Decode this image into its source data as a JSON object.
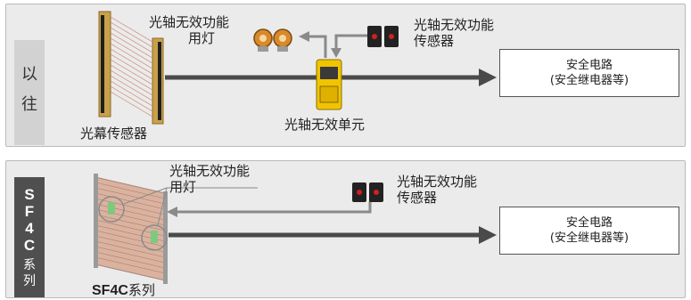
{
  "top": {
    "tab": [
      "以",
      "往"
    ],
    "light_curtain": "光幕传感器",
    "lamp": [
      "光轴无效功能",
      "用灯"
    ],
    "sensor": [
      "光轴无效功能",
      "传感器"
    ],
    "unit": "光轴无效单元",
    "circuit": [
      "安全电路",
      "(安全继电器等)"
    ]
  },
  "bottom": {
    "tab": [
      "S",
      "F",
      "4",
      "C",
      "系",
      "列"
    ],
    "lamp": [
      "光轴无效功能",
      "用灯"
    ],
    "sensor": [
      "光轴无效功能",
      "传感器"
    ],
    "product": [
      "SF4C",
      "系列"
    ],
    "circuit": [
      "安全电路",
      "(安全继电器等)"
    ]
  },
  "colors": {
    "panel": "#ebebeb",
    "tab_light": "#d2d2d2",
    "tab_dark": "#4f4f4f",
    "arrow": "#4a4a4a",
    "curtain_gold": "#c9a14a",
    "unit_yellow": "#f0c400",
    "lamp_green": "#7fc97f"
  }
}
